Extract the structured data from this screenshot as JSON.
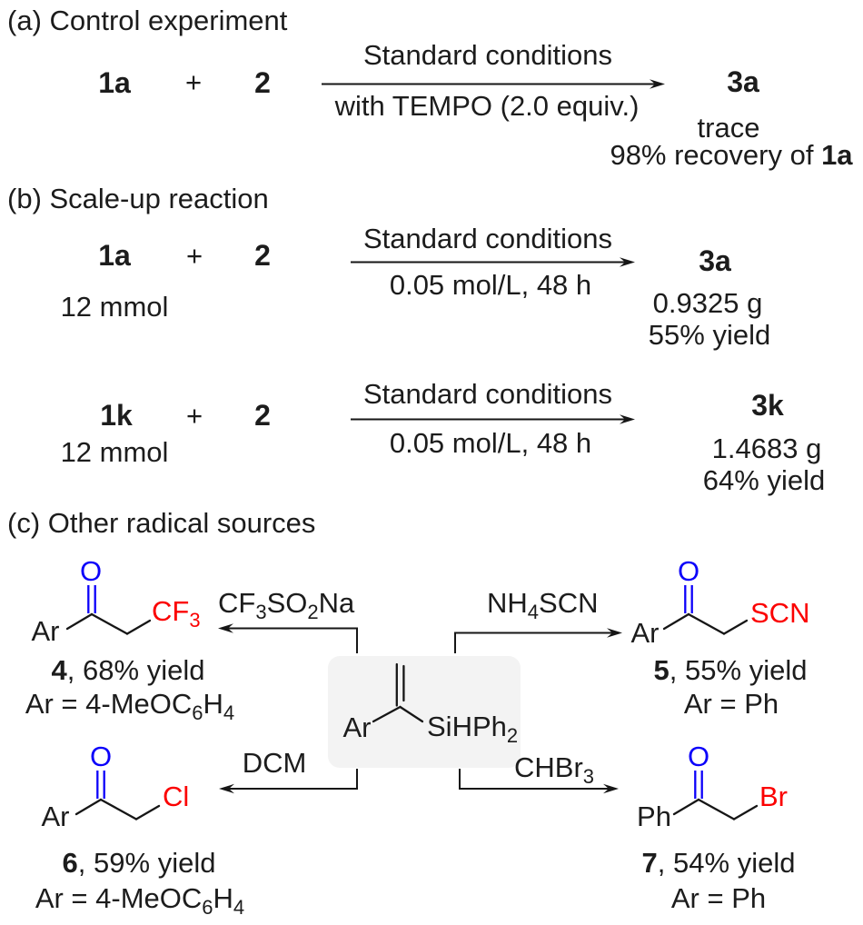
{
  "colors": {
    "text": "#1c1c1c",
    "heteroatom_blue": "#0b00fa",
    "substituent_red": "#fb0000",
    "highlight_box": "#f3f3f3",
    "bond_line": "#161616"
  },
  "section_a": {
    "heading": "(a) Control experiment",
    "reactant_1": "1a",
    "plus": "+",
    "reactant_2": "2",
    "arrow_label_top": "Standard conditions",
    "arrow_label_bottom": "with TEMPO (2.0 equiv.)",
    "product": "3a",
    "result_line1": "trace",
    "result_line2": [
      {
        "t": "98% recovery of "
      },
      {
        "b": "1a"
      }
    ]
  },
  "section_b": {
    "heading": "(b) Scale-up reaction",
    "rows": [
      {
        "reactant_1": "1a",
        "plus": "+",
        "reactant_2": "2",
        "amount": "12 mmol",
        "arrow_label_top": "Standard conditions",
        "arrow_label_bottom": "0.05 mol/L, 48 h",
        "product": "3a",
        "mass": "0.9325 g",
        "yield": "55% yield"
      },
      {
        "reactant_1": "1k",
        "plus": "+",
        "reactant_2": "2",
        "amount": "12 mmol",
        "arrow_label_top": "Standard conditions",
        "arrow_label_bottom": "0.05 mol/L, 48 h",
        "product": "3k",
        "mass": "1.4683 g",
        "yield": "64% yield"
      }
    ]
  },
  "section_c": {
    "heading": "(c) Other radical sources",
    "substrate": {
      "aryl": "Ar",
      "silyl": [
        {
          "t": "SiHPh"
        },
        {
          "s": "2"
        }
      ]
    },
    "branches": {
      "top_left": {
        "reagent": [
          {
            "t": "CF"
          },
          {
            "s": "3"
          },
          {
            "t": "SO"
          },
          {
            "s": "2"
          },
          {
            "t": "Na"
          }
        ],
        "product": {
          "oxygen": "O",
          "aryl": "Ar",
          "substituent": [
            {
              "t": "CF"
            },
            {
              "s": "3"
            }
          ],
          "caption_line1": [
            {
              "b": "4"
            },
            {
              "t": ", 68% yield"
            }
          ],
          "caption_line2": [
            {
              "t": "Ar = 4-MeOC"
            },
            {
              "s": "6"
            },
            {
              "t": "H"
            },
            {
              "s": "4"
            }
          ]
        }
      },
      "top_right": {
        "reagent": [
          {
            "t": "NH"
          },
          {
            "s": "4"
          },
          {
            "t": "SCN"
          }
        ],
        "product": {
          "oxygen": "O",
          "aryl": "Ar",
          "substituent": [
            {
              "t": "SCN"
            }
          ],
          "caption_line1": [
            {
              "b": "5"
            },
            {
              "t": ", 55% yield"
            }
          ],
          "caption_line2": [
            {
              "t": "Ar = Ph"
            }
          ]
        }
      },
      "bottom_left": {
        "reagent": [
          {
            "t": "DCM"
          }
        ],
        "product": {
          "oxygen": "O",
          "aryl": "Ar",
          "substituent": [
            {
              "t": "Cl"
            }
          ],
          "caption_line1": [
            {
              "b": "6"
            },
            {
              "t": ", 59% yield"
            }
          ],
          "caption_line2": [
            {
              "t": "Ar = 4-MeOC"
            },
            {
              "s": "6"
            },
            {
              "t": "H"
            },
            {
              "s": "4"
            }
          ]
        }
      },
      "bottom_right": {
        "reagent": [
          {
            "t": "CHBr"
          },
          {
            "s": "3"
          }
        ],
        "product": {
          "oxygen": "O",
          "aryl": "Ph",
          "substituent": [
            {
              "t": "Br"
            }
          ],
          "caption_line1": [
            {
              "b": "7"
            },
            {
              "t": ", 54% yield"
            }
          ],
          "caption_line2": [
            {
              "t": "Ar = Ph"
            }
          ]
        }
      }
    }
  }
}
